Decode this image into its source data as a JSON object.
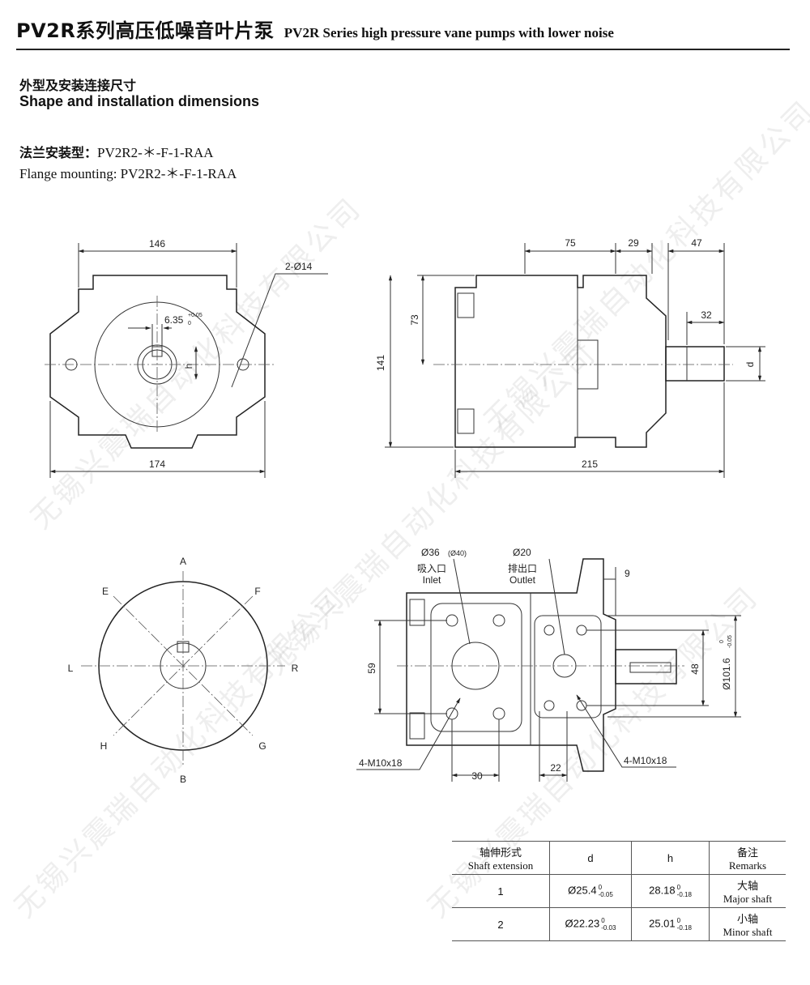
{
  "header": {
    "title_cn": "PV2R系列高压低噪音叶片泵",
    "title_en": "PV2R Series high pressure vane pumps with lower noise"
  },
  "section": {
    "title_cn": "外型及安装连接尺寸",
    "title_en": "Shape and installation dimensions"
  },
  "mounting": {
    "label_cn": "法兰安装型：",
    "model_cn": "PV2R2-＊-F-1-RAA",
    "line_en": "Flange mounting: PV2R2-＊-F-1-RAA"
  },
  "front_view": {
    "dim_top": "146",
    "dim_bottom": "174",
    "dim_holes": "2-Ø14",
    "dim_key": "6.35",
    "dim_key_tol_upper": "+0.05",
    "dim_key_tol_lower": "0",
    "dim_h": "h"
  },
  "side_view": {
    "dim_75": "75",
    "dim_29": "29",
    "dim_47": "47",
    "dim_32": "32",
    "dim_73": "73",
    "dim_141": "141",
    "dim_215": "215",
    "dim_d": "d"
  },
  "rotation_view": {
    "A": "A",
    "B": "B",
    "E": "E",
    "F": "F",
    "L": "L",
    "R": "R",
    "H": "H",
    "G": "G"
  },
  "port_view": {
    "inlet_dia": "Ø36",
    "inlet_dia_alt": "(Ø40)",
    "outlet_dia": "Ø20",
    "inlet_cn": "吸入口",
    "inlet_en": "Inlet",
    "outlet_cn": "排出口",
    "outlet_en": "Outlet",
    "dim_9": "9",
    "dim_59": "59",
    "dim_48": "48",
    "dim_101": "Ø101.6",
    "dim_101_tol_upper": "0",
    "dim_101_tol_lower": "-0.05",
    "dim_30": "30",
    "dim_22": "22",
    "bolts_left": "4-M10x18",
    "bolts_right": "4-M10x18"
  },
  "table": {
    "headers": [
      {
        "cn": "轴伸形式",
        "en": "Shaft extension"
      },
      {
        "cn": "",
        "en": "d"
      },
      {
        "cn": "",
        "en": "h"
      },
      {
        "cn": "备注",
        "en": "Remarks"
      }
    ],
    "rows": [
      {
        "no": "1",
        "d": "Ø25.4",
        "d_up": "0",
        "d_lo": "-0.05",
        "h": "28.18",
        "h_up": "0",
        "h_lo": "-0.18",
        "remark_cn": "大轴",
        "remark_en": "Major shaft"
      },
      {
        "no": "2",
        "d": "Ø22.23",
        "d_up": "0",
        "d_lo": "-0.03",
        "h": "25.01",
        "h_up": "0",
        "h_lo": "-0.18",
        "remark_cn": "小轴",
        "remark_en": "Minor shaft"
      }
    ]
  },
  "watermark": "无锡兴震瑞自动化科技有限公司"
}
